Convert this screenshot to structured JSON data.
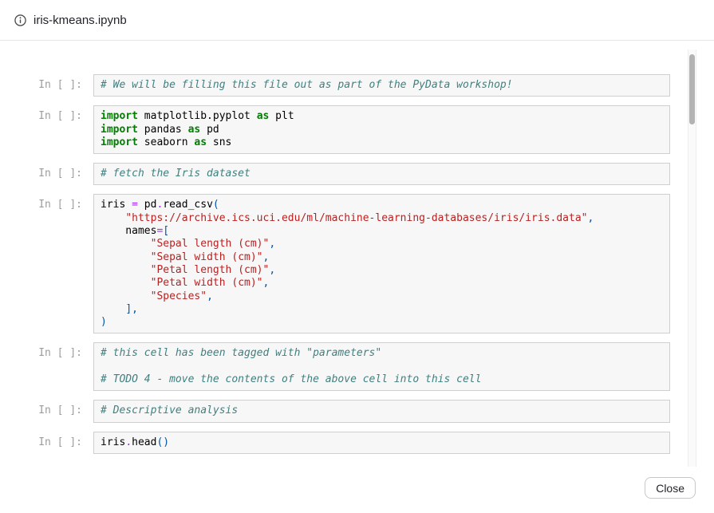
{
  "header": {
    "title": "iris-kmeans.ipynb"
  },
  "notebook": {
    "prompt": "In [ ]:",
    "cells": [
      {
        "lines": [
          [
            [
              "c",
              "# We will be filling this file out as part of the PyData workshop!"
            ]
          ]
        ]
      },
      {
        "lines": [
          [
            [
              "k",
              "import"
            ],
            [
              "n",
              " matplotlib.pyplot "
            ],
            [
              "k",
              "as"
            ],
            [
              "n",
              " plt"
            ]
          ],
          [
            [
              "k",
              "import"
            ],
            [
              "n",
              " pandas "
            ],
            [
              "k",
              "as"
            ],
            [
              "n",
              " pd"
            ]
          ],
          [
            [
              "k",
              "import"
            ],
            [
              "n",
              " seaborn "
            ],
            [
              "k",
              "as"
            ],
            [
              "n",
              " sns"
            ]
          ]
        ]
      },
      {
        "lines": [
          [
            [
              "c",
              "# fetch the Iris dataset"
            ]
          ]
        ]
      },
      {
        "lines": [
          [
            [
              "n",
              "iris "
            ],
            [
              "o",
              "="
            ],
            [
              "n",
              " pd"
            ],
            [
              "o",
              "."
            ],
            [
              "n",
              "read_csv"
            ],
            [
              "p",
              "("
            ]
          ],
          [
            [
              "n",
              "    "
            ],
            [
              "s",
              "\"https://archive.ics.uci.edu/ml/machine-learning-databases/iris/iris.data\""
            ],
            [
              "p",
              ","
            ]
          ],
          [
            [
              "n",
              "    names"
            ],
            [
              "o",
              "="
            ],
            [
              "p",
              "["
            ]
          ],
          [
            [
              "n",
              "        "
            ],
            [
              "s",
              "\"Sepal length (cm)\""
            ],
            [
              "p",
              ","
            ]
          ],
          [
            [
              "n",
              "        "
            ],
            [
              "s",
              "\"Sepal width (cm)\""
            ],
            [
              "p",
              ","
            ]
          ],
          [
            [
              "n",
              "        "
            ],
            [
              "s",
              "\"Petal length (cm)\""
            ],
            [
              "p",
              ","
            ]
          ],
          [
            [
              "n",
              "        "
            ],
            [
              "s",
              "\"Petal width (cm)\""
            ],
            [
              "p",
              ","
            ]
          ],
          [
            [
              "n",
              "        "
            ],
            [
              "s",
              "\"Species\""
            ],
            [
              "p",
              ","
            ]
          ],
          [
            [
              "n",
              "    "
            ],
            [
              "p",
              "],"
            ]
          ],
          [
            [
              "p",
              ")"
            ]
          ]
        ]
      },
      {
        "lines": [
          [
            [
              "c",
              "# this cell has been tagged with \"parameters\""
            ]
          ],
          [],
          [
            [
              "c",
              "# TODO 4 - move the contents of the above cell into this cell"
            ]
          ]
        ]
      },
      {
        "lines": [
          [
            [
              "c",
              "# Descriptive analysis"
            ]
          ]
        ]
      },
      {
        "lines": [
          [
            [
              "n",
              "iris"
            ],
            [
              "o",
              "."
            ],
            [
              "n",
              "head"
            ],
            [
              "p",
              "()"
            ]
          ]
        ]
      }
    ]
  },
  "footer": {
    "close_label": "Close"
  },
  "colors": {
    "keyword": "#008000",
    "string": "#BA2121",
    "comment": "#408080",
    "operator": "#AA22FF",
    "punctuation": "#0055AA",
    "code-text": "#000000",
    "prompt": "#9d9d9d",
    "cell-bg": "#f7f7f7",
    "cell-border": "#cfcfcf",
    "divider": "#e7e7e7",
    "title-text": "#1f2228",
    "scroll-thumb": "#b3b3b3"
  },
  "token_legend": {
    "k": "keyword",
    "s": "string",
    "c": "comment",
    "o": "operator",
    "p": "punctuation",
    "n": "plain-text"
  }
}
